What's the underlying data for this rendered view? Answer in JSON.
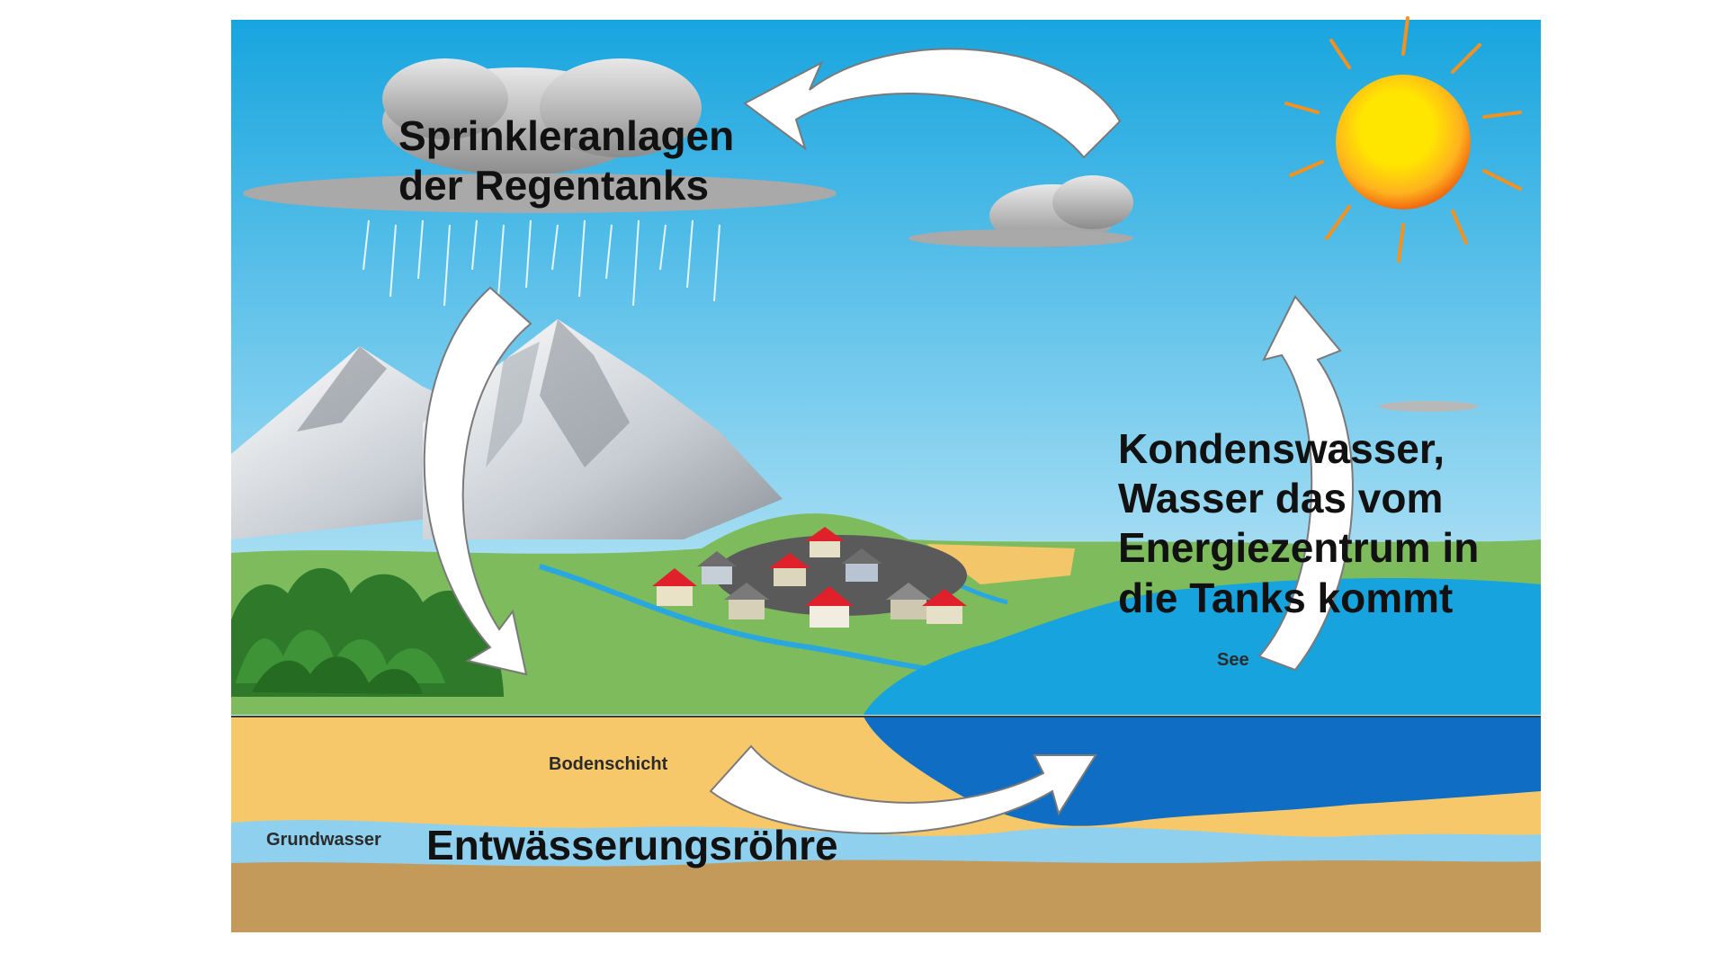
{
  "labels": {
    "sprinkler": [
      "Sprinkleranlagen",
      "der Regentanks"
    ],
    "condensate": [
      "Kondenswasser,",
      "Wasser das vom",
      "Energiezentrum in",
      "die Tanks kommt"
    ],
    "drain": "Entwässerungsröhre",
    "lake": "See",
    "soil": "Bodenschicht",
    "groundwater": "Grundwasser"
  },
  "colors": {
    "sky_top": "#1aa6e0",
    "sky_bottom": "#bfe6f5",
    "grass": "#79b85a",
    "lake": "#17a3dd",
    "lake_deep": "#0f6ec4",
    "soil": "#f7c86a",
    "groundwater": "#8fd0ee",
    "bedrock": "#c49a5a",
    "sun_core": "#ffe600",
    "sun_ring": "#f5921e",
    "cloud": "#9a9a9a",
    "arrow": "#ffffff"
  }
}
